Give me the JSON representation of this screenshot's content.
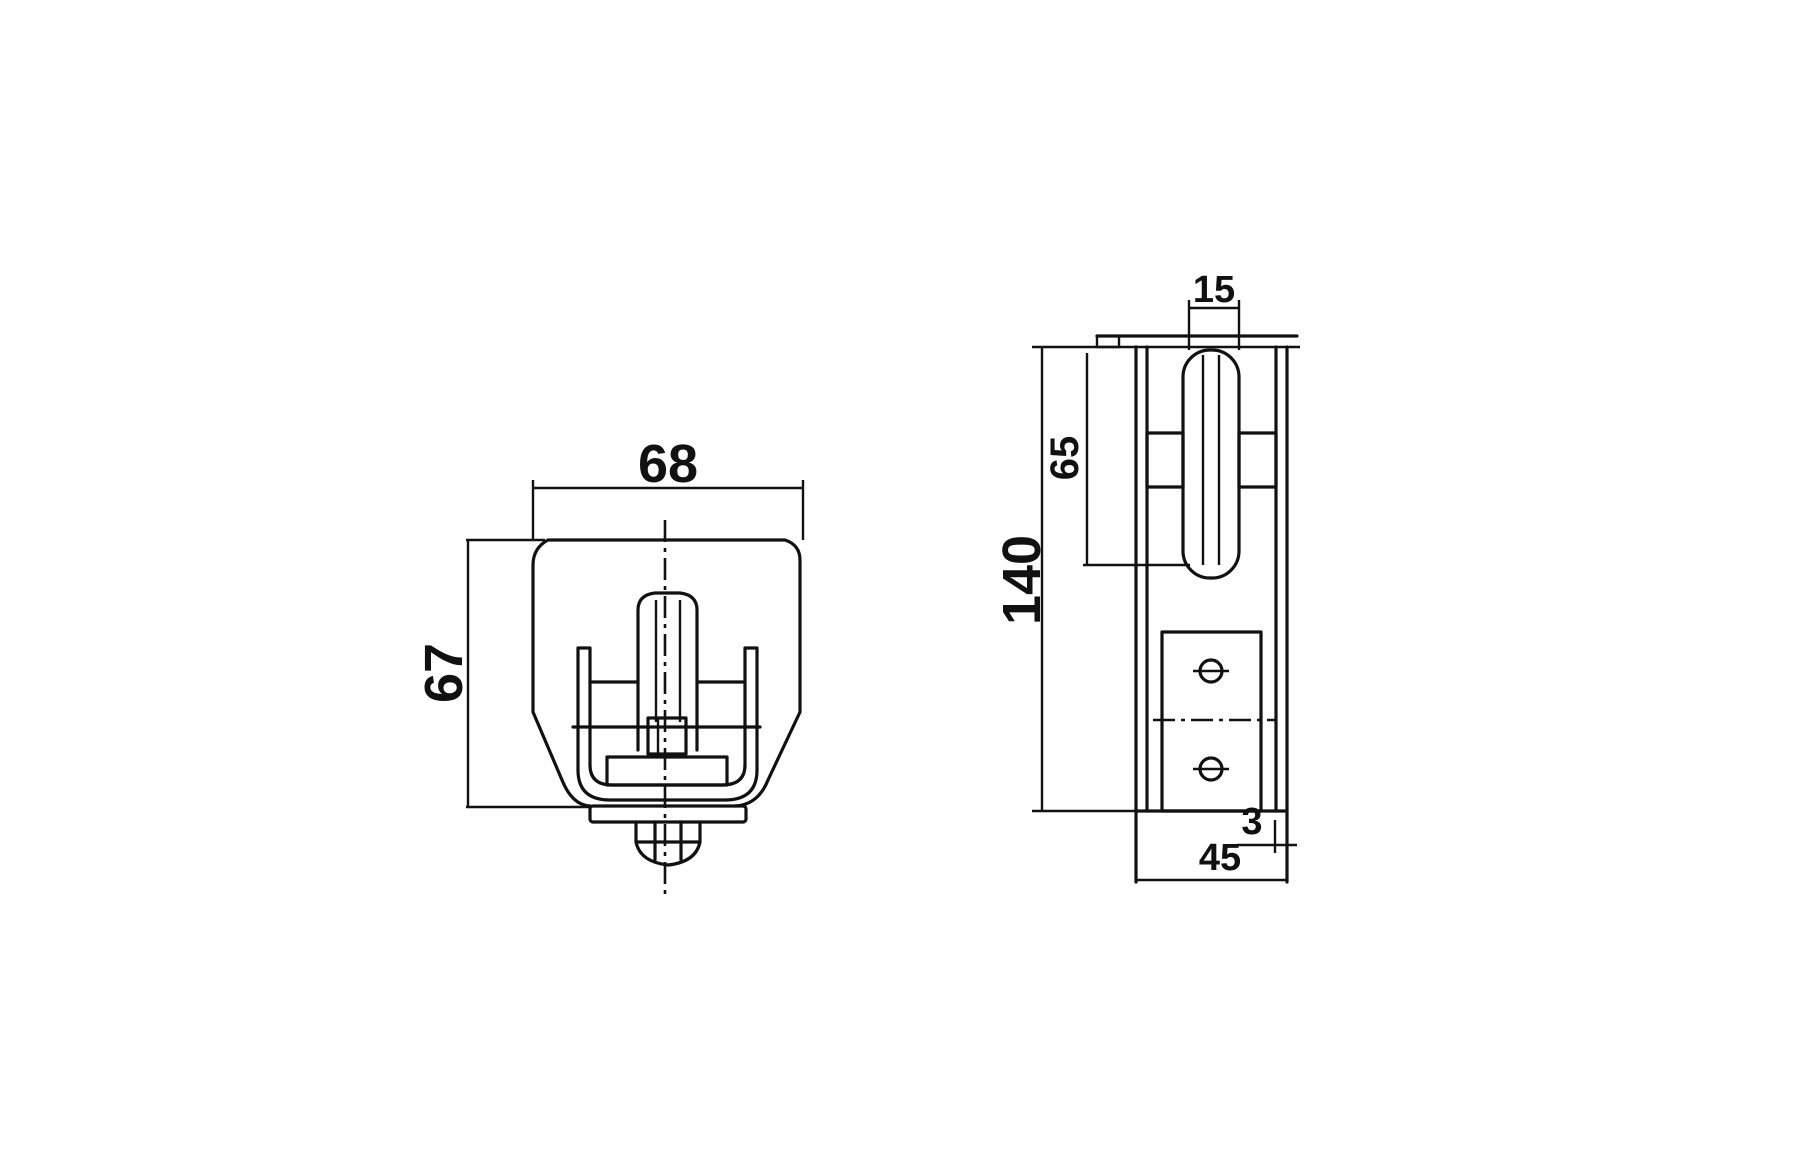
{
  "drawing": {
    "front_view": {
      "width_label": "68",
      "height_label": "67"
    },
    "side_view": {
      "total_height_label": "140",
      "wheel_height_label": "65",
      "wheel_width_label": "15",
      "base_width_label": "45",
      "plate_thickness_label": "3"
    },
    "colors": {
      "line": "#111111",
      "background": "#ffffff"
    }
  }
}
